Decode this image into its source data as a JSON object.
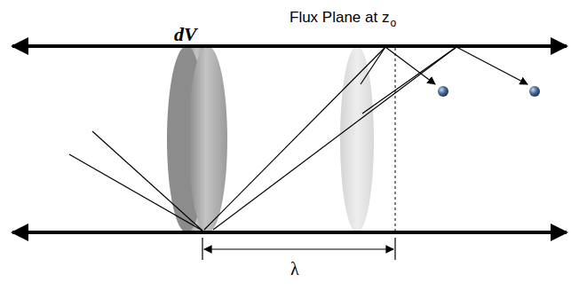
{
  "diagram": {
    "labels": [
      "dV",
      "Flux Plane at z",
      "o",
      "λ"
    ]
  }
}
